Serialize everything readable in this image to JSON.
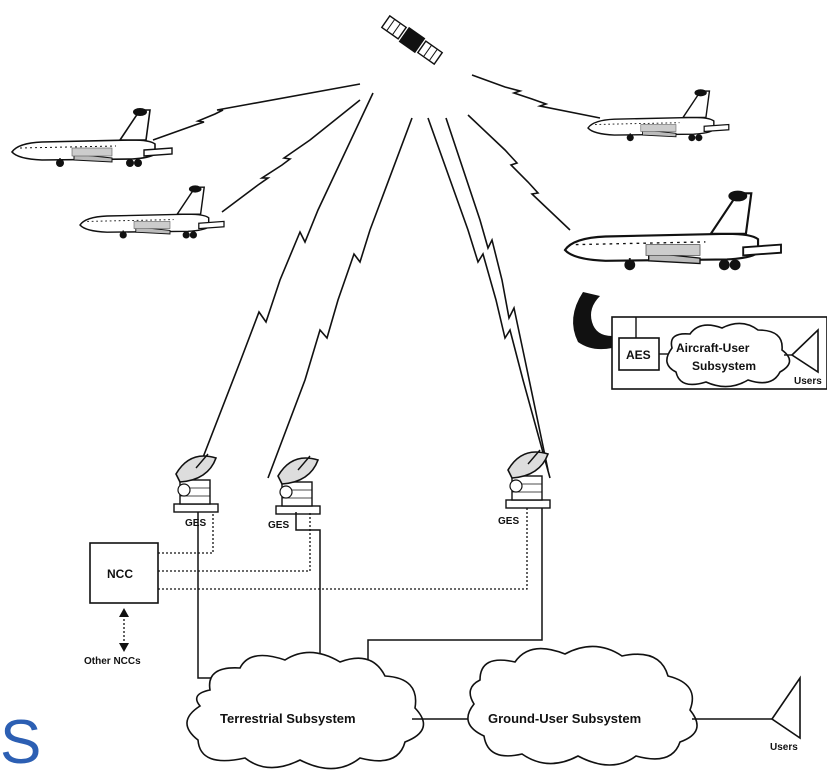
{
  "labels": {
    "ges_left": "GES",
    "ges_middle": "GES",
    "ges_right": "GES",
    "ncc": "NCC",
    "other_nccs": "Other NCCs",
    "aes": "AES",
    "aircraft_user_line1": "Aircraft-User",
    "aircraft_user_line2": "Subsystem",
    "users_aircraft": "Users",
    "terrestrial": "Terrestrial Subsystem",
    "ground_user": "Ground-User Subsystem",
    "users_ground": "Users",
    "corner_letter": "S"
  },
  "colors": {
    "ink": "#111111",
    "corner_letter": "#2c5fb3"
  }
}
